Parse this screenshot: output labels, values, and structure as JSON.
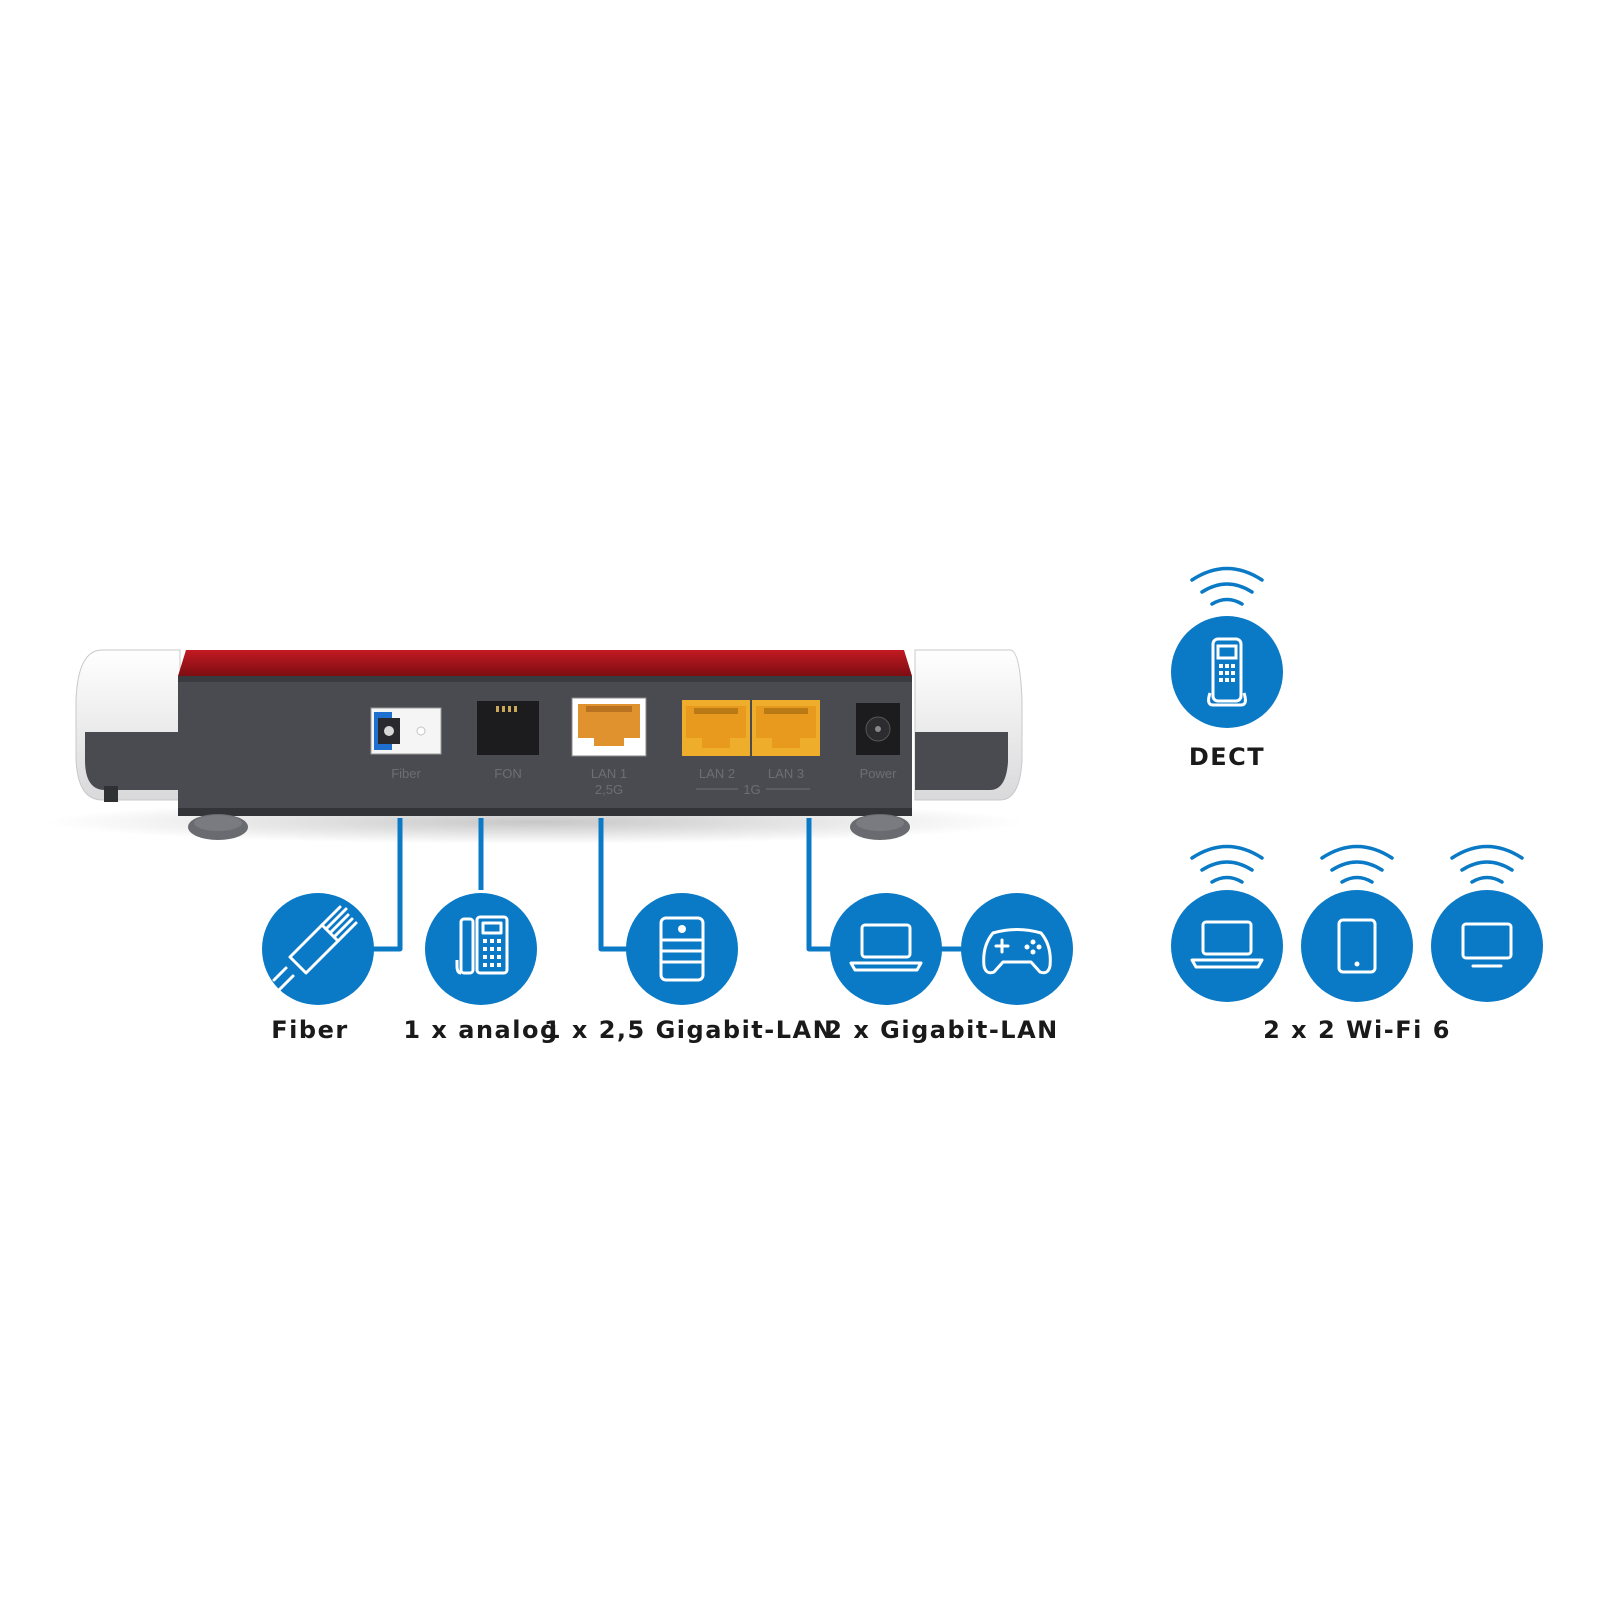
{
  "router": {
    "ports": {
      "fiber": "Fiber",
      "fon": "FON",
      "lan1": "LAN 1",
      "lan1_speed": "2,5G",
      "lan2": "LAN 2",
      "lan3": "LAN 3",
      "lan23_speed": "1G",
      "power": "Power"
    }
  },
  "wired": [
    {
      "label": "Fiber",
      "icon": "fiber-cable-icon"
    },
    {
      "label": "1 x analog",
      "icon": "desk-phone-icon"
    },
    {
      "label": "1 x 2,5 Gigabit-LAN",
      "icon": "server-icon"
    },
    {
      "label": "2 x Gigabit-LAN",
      "icons": [
        "laptop-icon",
        "gamepad-icon"
      ]
    }
  ],
  "wireless": {
    "dect_label": "DECT",
    "wifi_label": "2 x 2 Wi-Fi 6",
    "dect_icon": "cordless-phone-icon",
    "wifi_icons": [
      "laptop-icon",
      "tablet-icon",
      "monitor-icon"
    ]
  },
  "colors": {
    "accent_blue": "#0a7ac6",
    "router_red": "#b0141b",
    "router_body": "#4a4b50",
    "lan_orange": "#e0922f",
    "lan_yellow": "#efad2c"
  }
}
